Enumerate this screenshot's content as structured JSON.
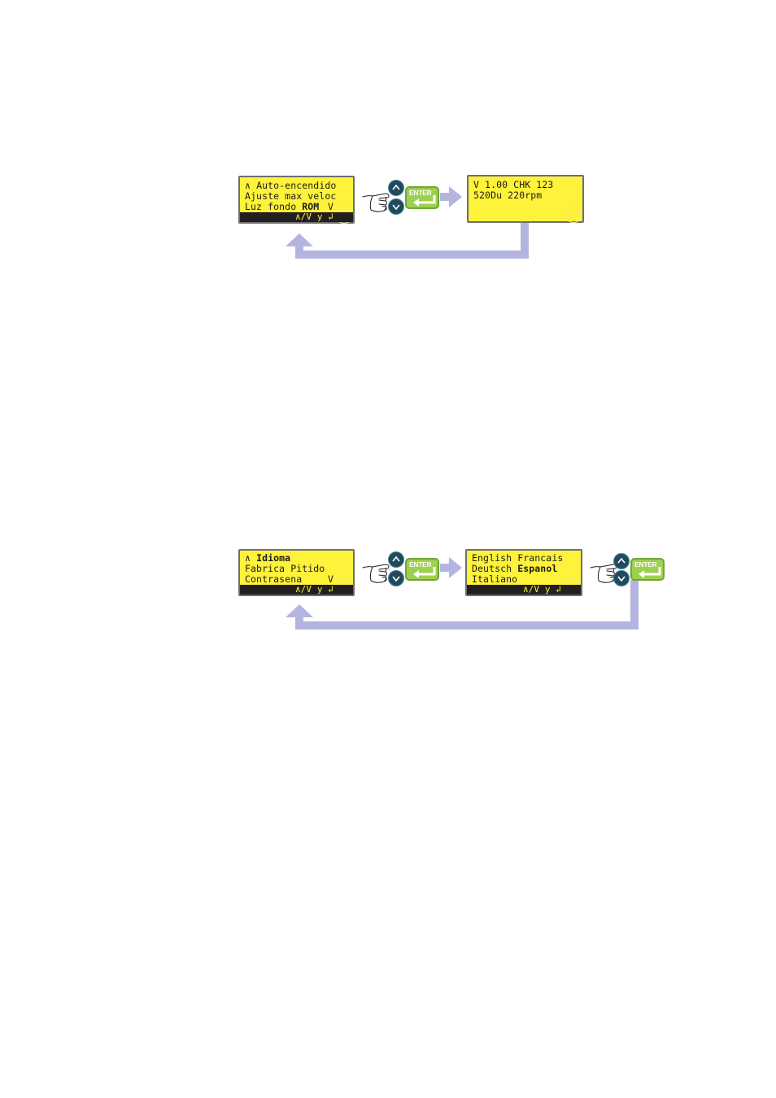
{
  "diagram_top": {
    "lcd_menu": {
      "line1_prefix": "∧ ",
      "line1_text": "Auto-encendido",
      "line2_text": "Ajuste max veloc",
      "line3_text": "Luz fondo ",
      "line3_bold": "ROM",
      "scroll_down": "V",
      "hint": "∧/V y ↲"
    },
    "lcd_result": {
      "line1_text": "V 1.00 CHK 123",
      "line2_text": "520Du 220rpm"
    },
    "enter_label": "ENTER"
  },
  "diagram_bottom": {
    "lcd_menu": {
      "line1_prefix": "∧ ",
      "line1_bold": "Idioma",
      "line2_text": "Fabrica Pitido",
      "line3_text": "Contrasena",
      "scroll_down": "V",
      "hint": "∧/V y ↲"
    },
    "lcd_language": {
      "line1_text": "English Francais",
      "line2_text": "Deutsch ",
      "line2_bold": "Espanol",
      "line3_text": "Italiano",
      "hint": "∧/V y ↲"
    },
    "enter_label": "ENTER"
  },
  "colors": {
    "lcd_background": "#fff23a",
    "lcd_bar": "#231f20",
    "flow_arrow": "#b3b5e0",
    "button_dark": "#214a5c",
    "enter_green": "#9ed04f"
  },
  "icons": [
    "hand-pointer-icon",
    "up-arrow-button-icon",
    "down-arrow-button-icon",
    "enter-key-icon",
    "flow-arrow-icon"
  ]
}
